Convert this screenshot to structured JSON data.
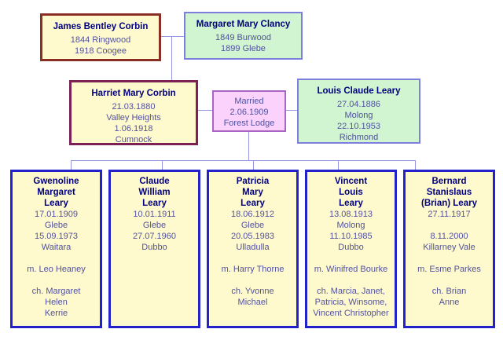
{
  "palette": {
    "connector_line": "#9595E2",
    "name_text": "#000080",
    "detail_text": "#51519F",
    "cream_fill": "#FFFACE",
    "green_fill": "#D0F5D0",
    "pink_fill": "#FBD2FB",
    "red_border": "#8B2E23",
    "wine_border": "#7D2053",
    "lightblue_border": "#7E7EDC",
    "blue_border": "#2222CC",
    "violet_border": "#A964C4"
  },
  "generation1": {
    "father": {
      "name": "James Bentley Corbin",
      "details": [
        "1844 Ringwood",
        "1918 Coogee"
      ]
    },
    "mother": {
      "name": "Margaret Mary Clancy",
      "details": [
        "1849 Burwood",
        "1899 Glebe"
      ]
    }
  },
  "generation2": {
    "wife": {
      "name": "Harriet Mary Corbin",
      "details": [
        "21.03.1880",
        "Valley Heights",
        "1.06.1918",
        "Cumnock"
      ]
    },
    "marriage": {
      "lines": [
        "Married",
        "2.06.1909",
        "Forest Lodge"
      ]
    },
    "husband": {
      "name": "Louis Claude Leary",
      "details": [
        "27.04.1886",
        "Molong",
        "22.10.1953",
        "Richmond"
      ]
    }
  },
  "children": [
    {
      "name_lines": [
        "Gwenoline",
        "Margaret",
        "Leary"
      ],
      "details": [
        "17.01.1909",
        "Glebe",
        "15.09.1973",
        "Waitara",
        "",
        "m. Leo Heaney",
        "",
        "ch. Margaret",
        "Helen",
        "Kerrie"
      ]
    },
    {
      "name_lines": [
        "Claude",
        "William",
        "Leary"
      ],
      "details": [
        "10.01.1911",
        "Glebe",
        "27.07.1960",
        "Dubbo"
      ]
    },
    {
      "name_lines": [
        "Patricia",
        "Mary",
        "Leary"
      ],
      "details": [
        "18.06.1912",
        "Glebe",
        "20.05.1983",
        "Ulladulla",
        "",
        "m. Harry Thorne",
        "",
        "ch. Yvonne",
        "Michael"
      ]
    },
    {
      "name_lines": [
        "Vincent",
        "Louis",
        "Leary"
      ],
      "details": [
        "13.08.1913",
        "Molong",
        "11.10.1985",
        "Dubbo",
        "",
        "m. Winifred Bourke",
        "",
        "ch. Marcia, Janet,",
        "Patricia, Winsome,",
        "Vincent Christopher"
      ]
    },
    {
      "name_lines": [
        "Bernard",
        "Stanislaus",
        "(Brian) Leary"
      ],
      "details": [
        "27.11.1917",
        "",
        "8.11.2000",
        "Killarney Vale",
        "",
        "m. Esme Parkes",
        "",
        "ch. Brian",
        "Anne"
      ]
    }
  ]
}
